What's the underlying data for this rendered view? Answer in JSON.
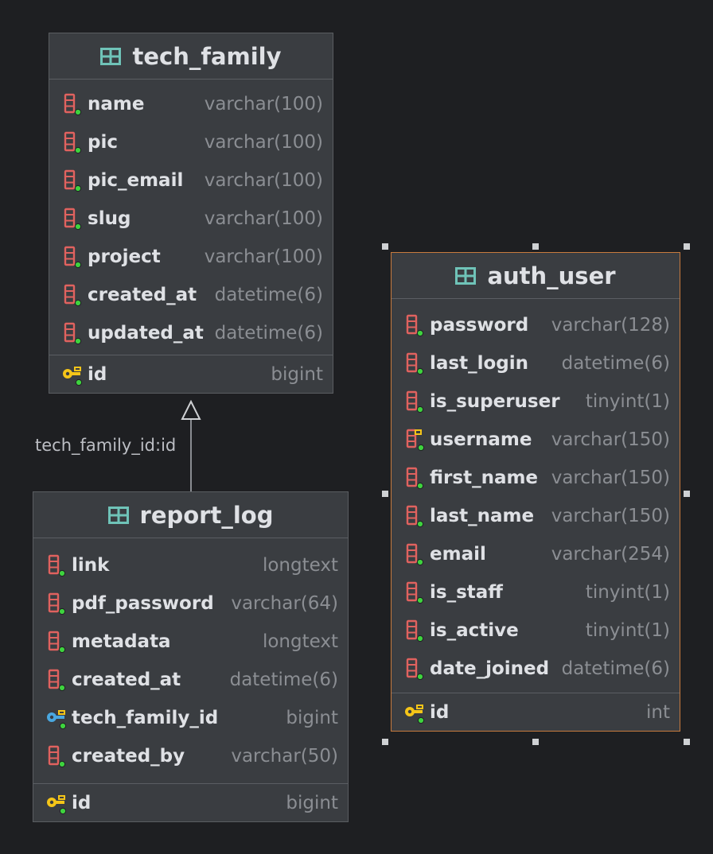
{
  "tables": {
    "tech_family": {
      "name": "tech_family",
      "columns": [
        {
          "name": "name",
          "type": "varchar(100)"
        },
        {
          "name": "pic",
          "type": "varchar(100)"
        },
        {
          "name": "pic_email",
          "type": "varchar(100)"
        },
        {
          "name": "slug",
          "type": "varchar(100)"
        },
        {
          "name": "project",
          "type": "varchar(100)"
        },
        {
          "name": "created_at",
          "type": "datetime(6)"
        },
        {
          "name": "updated_at",
          "type": "datetime(6)"
        }
      ],
      "pk": {
        "name": "id",
        "type": "bigint"
      }
    },
    "report_log": {
      "name": "report_log",
      "columns": [
        {
          "name": "link",
          "type": "longtext"
        },
        {
          "name": "pdf_password",
          "type": "varchar(64)"
        },
        {
          "name": "metadata",
          "type": "longtext"
        },
        {
          "name": "created_at",
          "type": "datetime(6)"
        },
        {
          "name": "tech_family_id",
          "type": "bigint"
        },
        {
          "name": "created_by",
          "type": "varchar(50)"
        }
      ],
      "pk": {
        "name": "id",
        "type": "bigint"
      }
    },
    "auth_user": {
      "name": "auth_user",
      "columns": [
        {
          "name": "password",
          "type": "varchar(128)"
        },
        {
          "name": "last_login",
          "type": "datetime(6)"
        },
        {
          "name": "is_superuser",
          "type": "tinyint(1)"
        },
        {
          "name": "username",
          "type": "varchar(150)"
        },
        {
          "name": "first_name",
          "type": "varchar(150)"
        },
        {
          "name": "last_name",
          "type": "varchar(150)"
        },
        {
          "name": "email",
          "type": "varchar(254)"
        },
        {
          "name": "is_staff",
          "type": "tinyint(1)"
        },
        {
          "name": "is_active",
          "type": "tinyint(1)"
        },
        {
          "name": "date_joined",
          "type": "datetime(6)"
        }
      ],
      "pk": {
        "name": "id",
        "type": "int"
      }
    }
  },
  "relationship": {
    "label": "tech_family_id:id"
  },
  "colors": {
    "background": "#1e1f22",
    "table_fill": "#3a3d41",
    "table_icon": "#6fc3b8",
    "column_icon": "#e0625f",
    "not_null_dot": "#3ed33e",
    "primary_key": "#f5c518",
    "foreign_key": "#4aa8e0",
    "selection_border": "#c77a3e"
  }
}
